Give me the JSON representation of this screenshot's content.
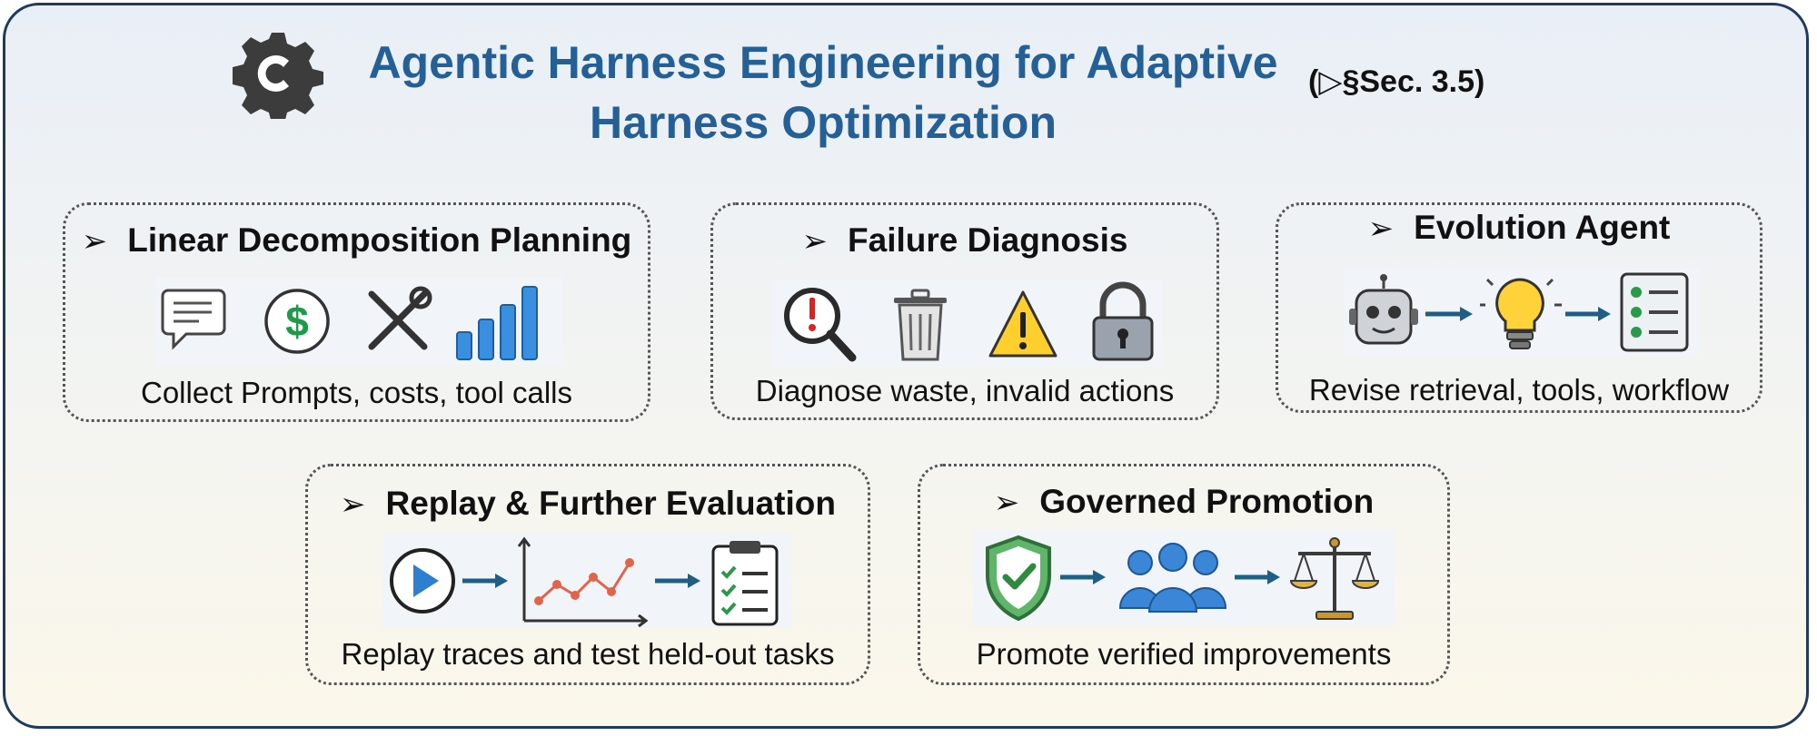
{
  "header": {
    "title_line1": "Agentic Harness Engineering for Adaptive",
    "title_line2": "Harness Optimization",
    "section_ref": "(▷§Sec. 3.5)"
  },
  "cards": [
    {
      "title": "Linear Decomposition Planning",
      "caption": "Collect Prompts, costs, tool calls",
      "icons": [
        "chat-icon",
        "dollar-icon",
        "tools-icon",
        "bar-chart-icon"
      ]
    },
    {
      "title": "Failure Diagnosis",
      "caption": "Diagnose waste, invalid actions",
      "icons": [
        "magnifier-alert-icon",
        "trash-icon",
        "warning-icon",
        "lock-icon"
      ]
    },
    {
      "title": "Evolution Agent",
      "caption": "Revise retrieval, tools, workflow",
      "icons": [
        "robot-icon",
        "lightbulb-icon",
        "checklist-icon"
      ]
    },
    {
      "title": "Replay & Further Evaluation",
      "caption": "Replay traces and test held-out tasks",
      "icons": [
        "play-icon",
        "line-chart-icon",
        "clipboard-icon"
      ]
    },
    {
      "title": "Governed Promotion",
      "caption": "Promote verified improvements",
      "icons": [
        "shield-check-icon",
        "people-icon",
        "scales-icon"
      ]
    }
  ],
  "colors": {
    "title": "#245f96",
    "icon_blue": "#2f7fd1",
    "arrow": "#1f5f86"
  }
}
